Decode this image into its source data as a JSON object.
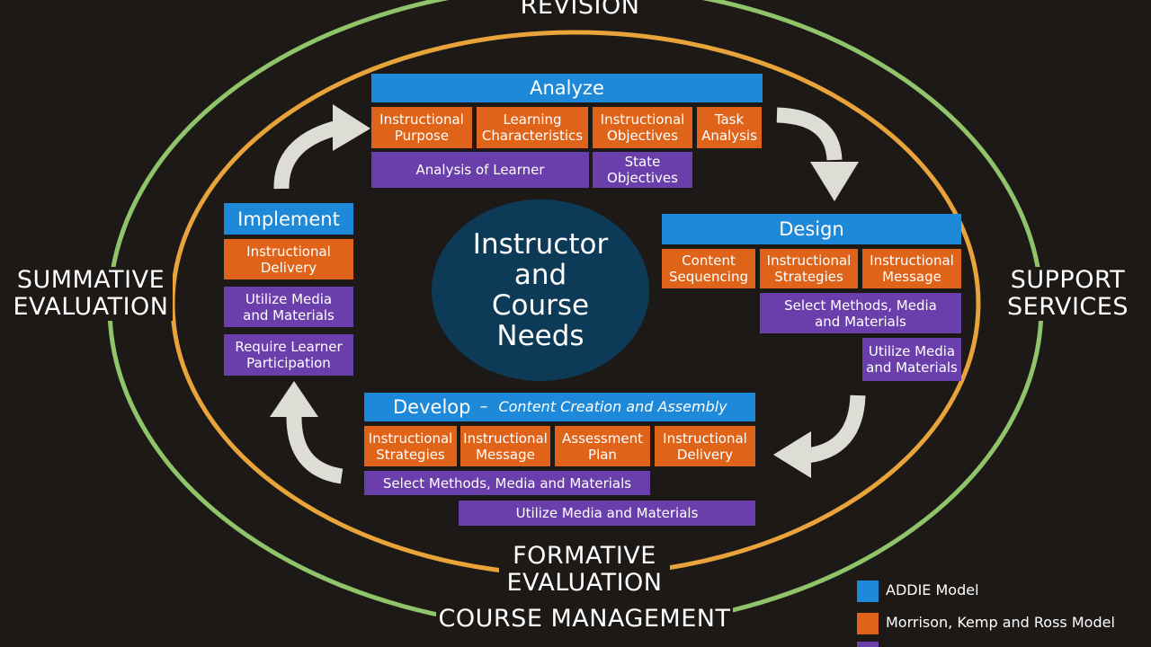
{
  "colors": {
    "background": "#1c1917",
    "outer_ring": "#8fc46a",
    "inner_ring": "#e8a33a",
    "addie_blue": "#1e88d9",
    "mkr_orange": "#e0631a",
    "purple": "#6a3fab",
    "center_fill": "#0d3b57",
    "arrow": "#ddddd5"
  },
  "ring_labels": {
    "revision": "REVISION",
    "summative": "SUMMATIVE\nEVALUATION",
    "support": "SUPPORT\nSERVICES",
    "formative": "FORMATIVE\nEVALUATION",
    "course_management": "COURSE MANAGEMENT"
  },
  "center": {
    "text": "Instructor\nand\nCourse\nNeeds"
  },
  "analyze": {
    "title": "Analyze",
    "orange": [
      "Instructional\nPurpose",
      "Learning\nCharacteristics",
      "Instructional\nObjectives",
      "Task\nAnalysis"
    ],
    "purple": [
      "Analysis of Learner",
      "State\nObjectives"
    ]
  },
  "design": {
    "title": "Design",
    "orange": [
      "Content\nSequencing",
      "Instructional\nStrategies",
      "Instructional\nMessage"
    ],
    "purple": [
      "Select Methods, Media\nand Materials",
      "Utilize Media\nand Materials"
    ]
  },
  "develop": {
    "title": "Develop",
    "dash": "–",
    "subtitle": "Content Creation and Assembly",
    "orange": [
      "Instructional\nStrategies",
      "Instructional\nMessage",
      "Assessment\nPlan",
      "Instructional\nDelivery"
    ],
    "purple": [
      "Select Methods, Media and Materials",
      "Utilize Media and Materials"
    ]
  },
  "implement": {
    "title": "Implement",
    "orange": [
      "Instructional\nDelivery"
    ],
    "purple": [
      "Utilize Media\nand Materials",
      "Require Learner\nParticipation"
    ]
  },
  "legend": {
    "items": [
      "ADDIE Model",
      "Morrison, Kemp and Ross Model"
    ]
  }
}
